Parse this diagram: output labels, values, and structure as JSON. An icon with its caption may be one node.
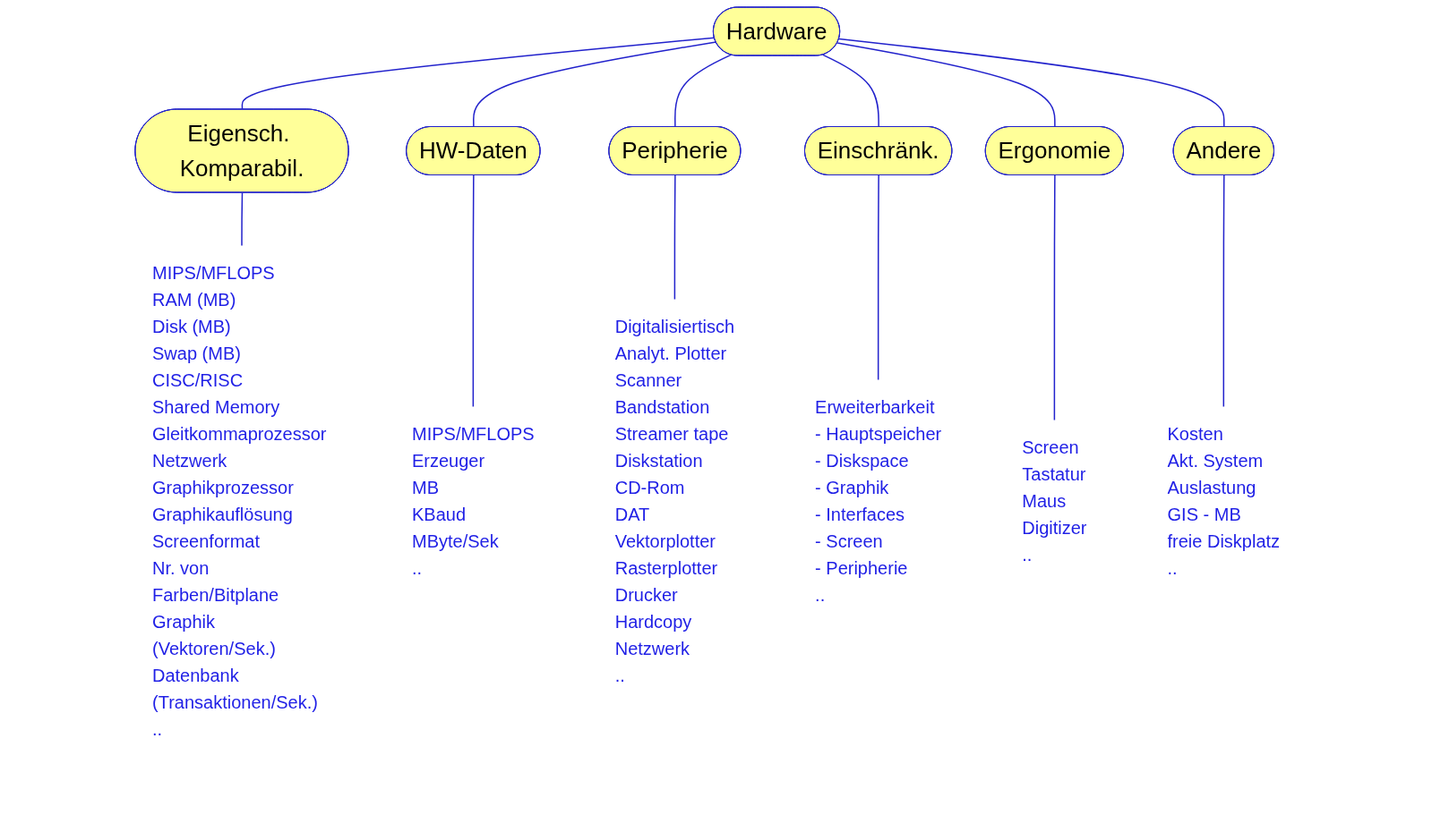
{
  "diagram": {
    "nodes": [
      {
        "text": [
          "Hardware"
        ]
      },
      {
        "text": [
          "Eigensch. Komparabil."
        ]
      },
      {
        "text": [
          "HW-Daten"
        ]
      },
      {
        "text": [
          "Peripherie"
        ]
      },
      {
        "text": [
          "Einschränk."
        ]
      },
      {
        "text": [
          "Ergonomie"
        ]
      },
      {
        "text": [
          "Andere"
        ]
      },
      {
        "text": [
          "MIPS/MFLOPS",
          "RAM (MB)",
          "Disk (MB)",
          "Swap (MB)",
          "CISC/RISC",
          "Shared Memory",
          "Gleitkommaprozessor",
          "Netzwerk",
          "Graphikprozessor",
          "Graphikauflösung",
          "Screenformat",
          "Nr. von Farben/Bitplane",
          "Graphik (Vektoren/Sek.)",
          "Datenbank (Transaktionen/Sek.)",
          ".."
        ]
      },
      {
        "text": [
          "MIPS/MFLOPS",
          "Erzeuger",
          "MB",
          "KBaud",
          "MByte/Sek",
          ".."
        ]
      },
      {
        "text": [
          "Digitalisiertisch",
          "Analyt. Plotter",
          "Scanner",
          "Bandstation",
          "Streamer tape",
          "Diskstation",
          "CD-Rom",
          "DAT",
          "Vektorplotter",
          "Rasterplotter",
          "Drucker",
          "Hardcopy",
          "Netzwerk",
          ".."
        ]
      },
      {
        "text": [
          "Erweiterbarkeit",
          "- Hauptspeicher",
          "- Diskspace",
          "- Graphik",
          "- Interfaces",
          "- Screen",
          "- Peripherie",
          ".."
        ]
      },
      {
        "text": [
          "Screen",
          "Tastatur",
          "Maus",
          "Digitizer",
          ".."
        ]
      },
      {
        "text": [
          "Kosten",
          "Akt. System",
          "Auslastung",
          "GIS - MB",
          "freie Diskplatz",
          ".."
        ]
      }
    ],
    "edges": [
      {
        "from": 0,
        "to": 1,
        "arrow": "none"
      },
      {
        "from": 0,
        "to": 2,
        "arrow": "none"
      },
      {
        "from": 0,
        "to": 3,
        "arrow": "none"
      },
      {
        "from": 0,
        "to": 4,
        "arrow": "none"
      },
      {
        "from": 0,
        "to": 5,
        "arrow": "none"
      },
      {
        "from": 0,
        "to": 6,
        "arrow": "none"
      },
      {
        "from": 1,
        "to": 7,
        "arrow": "none"
      },
      {
        "from": 2,
        "to": 8,
        "arrow": "none"
      },
      {
        "from": 3,
        "to": 9,
        "arrow": "none"
      },
      {
        "from": 4,
        "to": 10,
        "arrow": "none"
      },
      {
        "from": 5,
        "to": 11,
        "arrow": "none"
      },
      {
        "from": 6,
        "to": 12,
        "arrow": "none"
      }
    ]
  }
}
